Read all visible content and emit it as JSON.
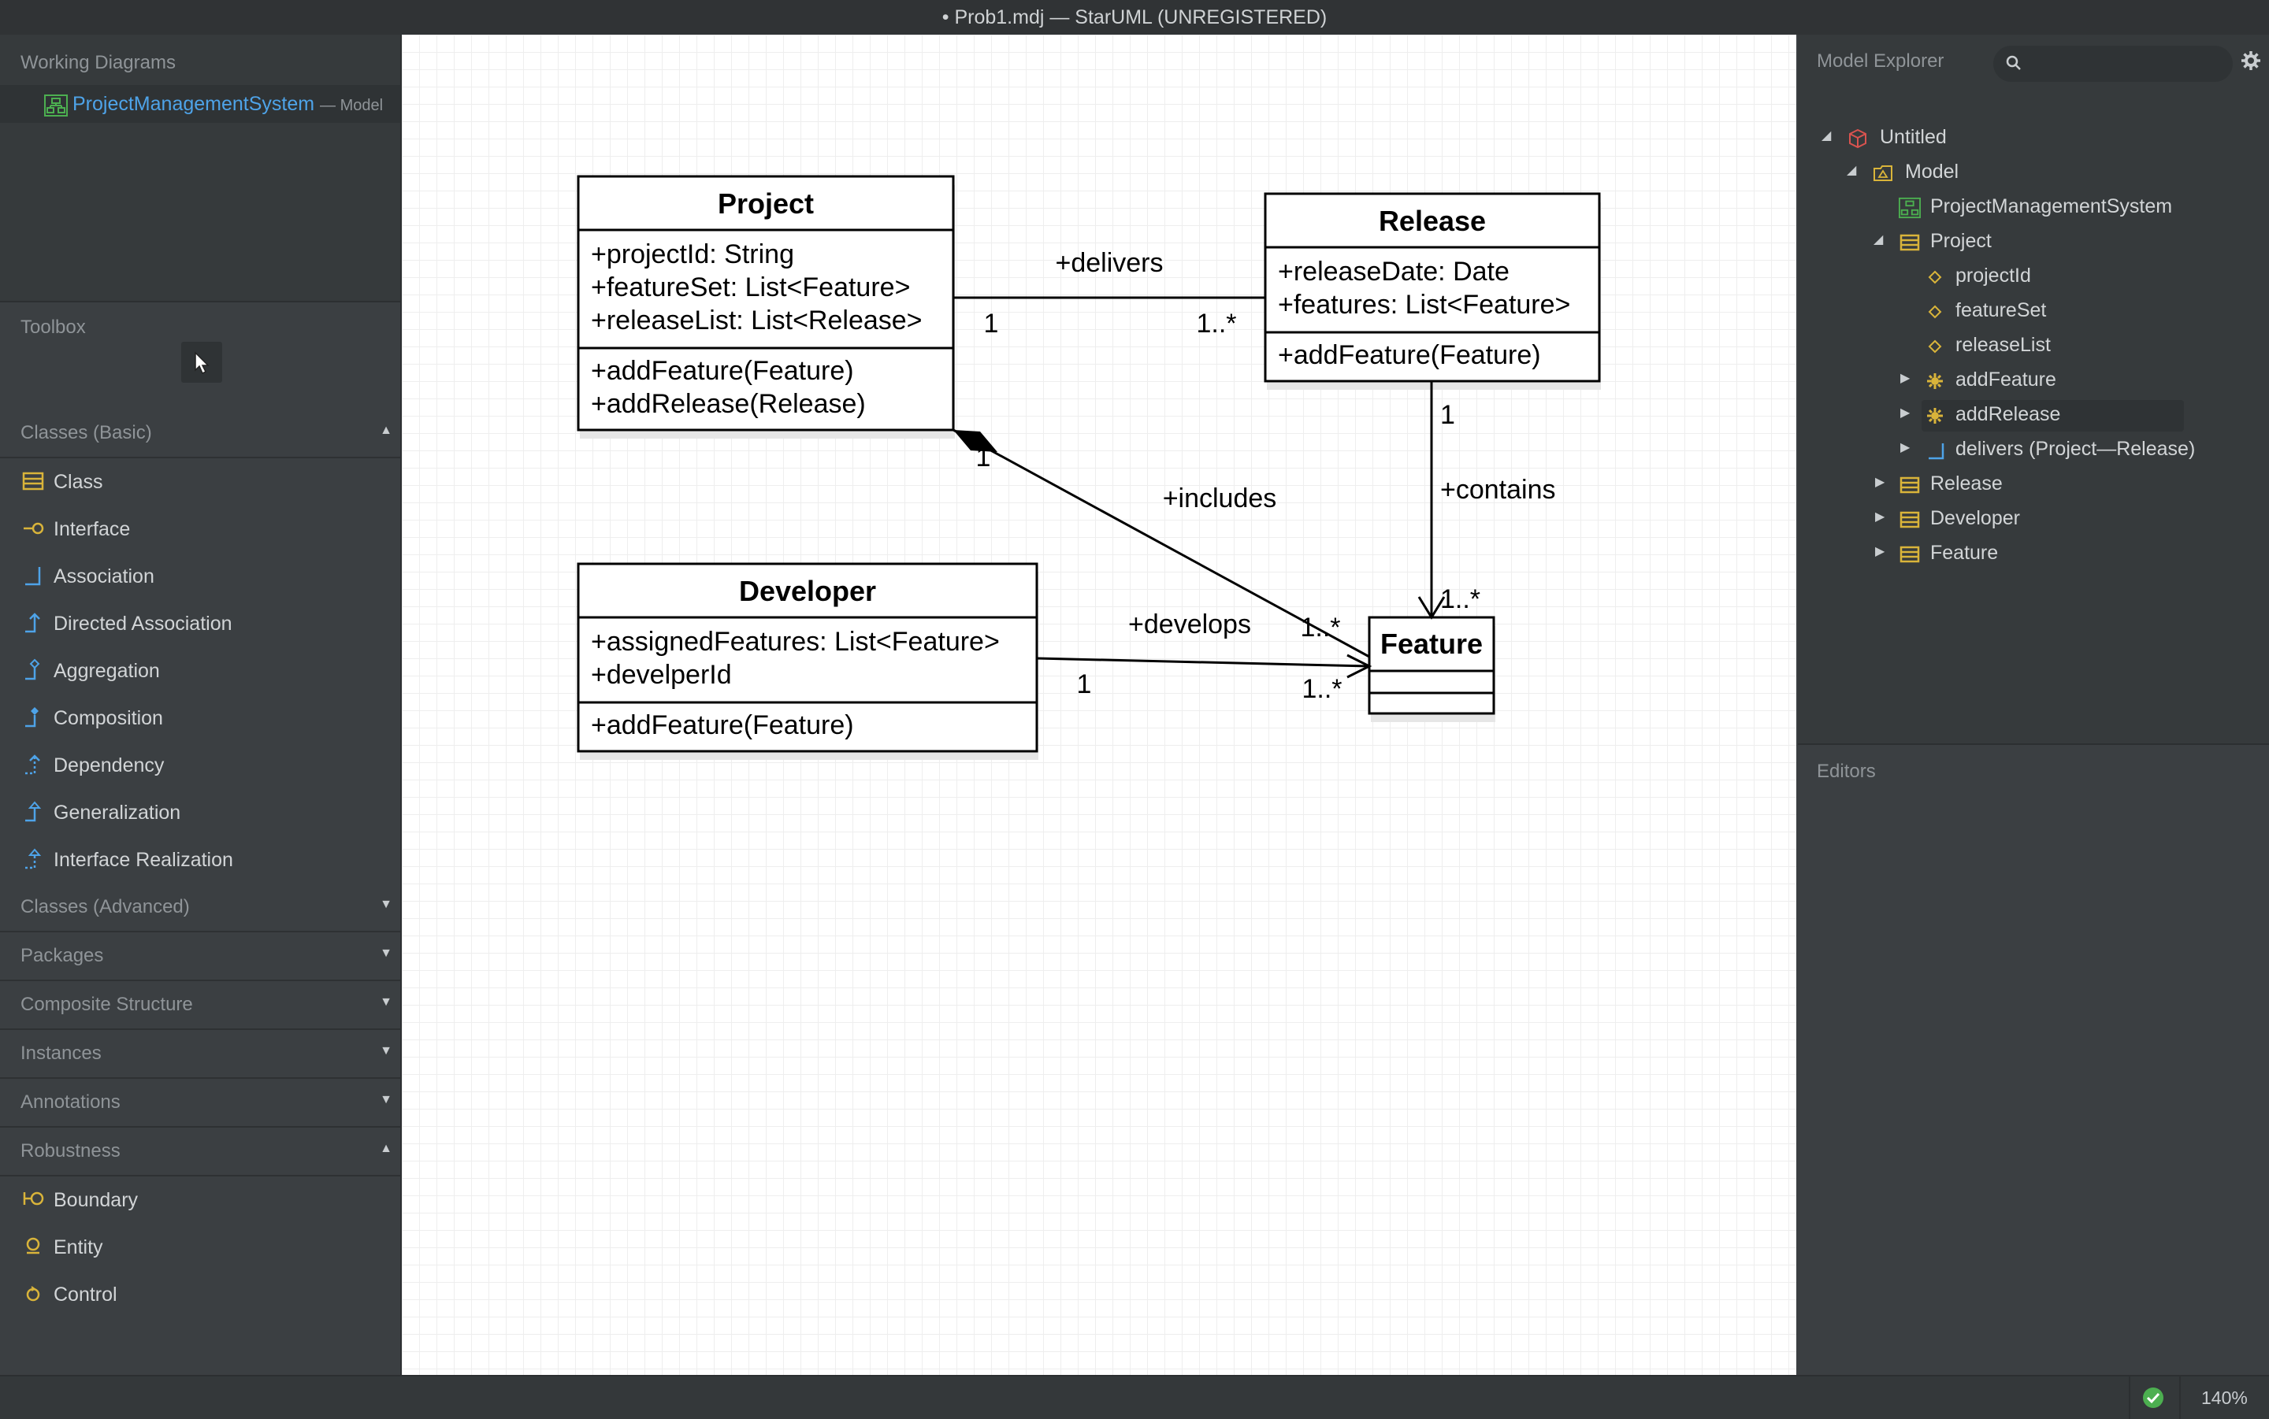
{
  "window": {
    "title": "• Prob1.mdj — StarUML (UNREGISTERED)"
  },
  "working_diagrams": {
    "title": "Working Diagrams",
    "item": {
      "label": "ProjectManagementSystem",
      "sub": "— Model"
    }
  },
  "toolbox": {
    "title": "Toolbox",
    "categories": [
      {
        "label": "Classes (Basic)",
        "expanded": true
      },
      {
        "label": "Classes (Advanced)",
        "expanded": false
      },
      {
        "label": "Packages",
        "expanded": false
      },
      {
        "label": "Composite Structure",
        "expanded": false
      },
      {
        "label": "Instances",
        "expanded": false
      },
      {
        "label": "Annotations",
        "expanded": false
      },
      {
        "label": "Robustness",
        "expanded": true
      }
    ],
    "basic_tools": [
      "Class",
      "Interface",
      "Association",
      "Directed Association",
      "Aggregation",
      "Composition",
      "Dependency",
      "Generalization",
      "Interface Realization"
    ],
    "robustness_tools": [
      "Boundary",
      "Entity",
      "Control"
    ]
  },
  "diagram": {
    "classes": {
      "project": {
        "name": "Project",
        "attributes": [
          "+projectId: String",
          "+featureSet: List<Feature>",
          "+releaseList: List<Release>"
        ],
        "operations": [
          "+addFeature(Feature)",
          "+addRelease(Release)"
        ]
      },
      "release": {
        "name": "Release",
        "attributes": [
          "+releaseDate: Date",
          "+features: List<Feature>"
        ],
        "operations": [
          "+addFeature(Feature)"
        ]
      },
      "developer": {
        "name": "Developer",
        "attributes": [
          "+assignedFeatures: List<Feature>",
          "+develperId"
        ],
        "operations": [
          "+addFeature(Feature)"
        ]
      },
      "feature": {
        "name": "Feature",
        "attributes": [],
        "operations": []
      }
    },
    "associations": {
      "delivers": {
        "label": "+delivers",
        "source_mult": "1",
        "target_mult": "1..*"
      },
      "includes": {
        "label": "+includes",
        "source_mult": "1",
        "target_mult": "1..*"
      },
      "contains": {
        "label": "+contains",
        "source_mult": "1",
        "target_mult": "1..*"
      },
      "develops": {
        "label": "+develops",
        "source_mult": "1",
        "target_mult": "1..*"
      }
    }
  },
  "model_explorer": {
    "title": "Model Explorer",
    "tree": [
      "Untitled",
      "Model",
      "ProjectManagementSystem",
      "Project",
      "projectId",
      "featureSet",
      "releaseList",
      "addFeature",
      "addRelease",
      "delivers (Project—Release)",
      "Release",
      "Developer",
      "Feature"
    ]
  },
  "editors": {
    "title": "Editors"
  },
  "status": {
    "zoom": "140%"
  },
  "colors": {
    "accent": "#4ea3e8",
    "icon_yellow": "#d9b43a",
    "icon_green": "#4caf50",
    "icon_red": "#d9534f"
  }
}
